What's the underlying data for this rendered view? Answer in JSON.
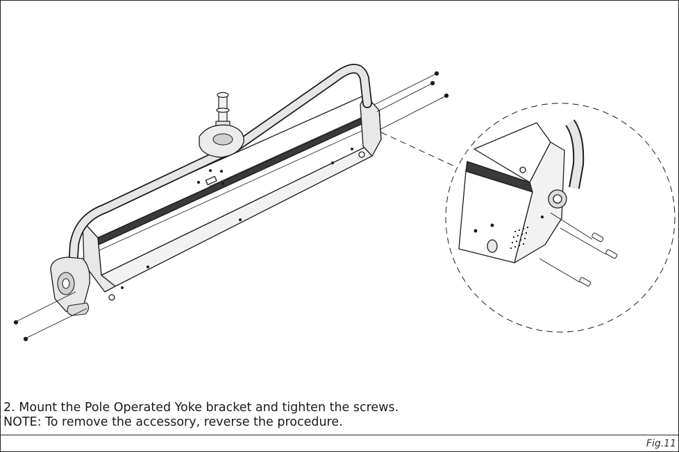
{
  "instructions": {
    "step_2": "2.  Mount the Pole Operated Yoke bracket and tighten the screws.",
    "note": "NOTE: To remove the accessory, reverse the procedure."
  },
  "figure": {
    "number": "Fig.11"
  },
  "colors": {
    "line": "#1a1a1a",
    "yoke_tube": "#e6e6e6",
    "panel_dark": "#3a3a3a"
  }
}
